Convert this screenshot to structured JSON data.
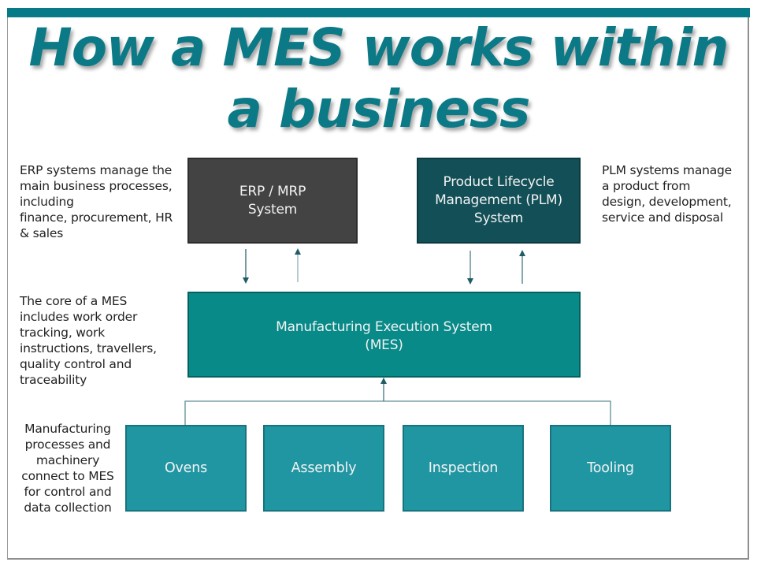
{
  "title": {
    "line1": "How a MES works within",
    "line2": "a business"
  },
  "colors": {
    "accent_teal": "#067a87",
    "erp_box": "#434343",
    "plm_box": "#124f57",
    "mes_box": "#078a88",
    "process_box": "#2196a3",
    "arrow": "#1e5c66"
  },
  "nodes": {
    "erp": {
      "lines": [
        "ERP / MRP",
        "System"
      ]
    },
    "plm": {
      "lines": [
        "Product Lifecycle",
        "Management (PLM)",
        "System"
      ]
    },
    "mes": {
      "lines": [
        "Manufacturing Execution System",
        "(MES)"
      ]
    },
    "processes": [
      {
        "label": "Ovens"
      },
      {
        "label": "Assembly"
      },
      {
        "label": "Inspection"
      },
      {
        "label": "Tooling"
      }
    ]
  },
  "notes": {
    "erp": [
      "ERP systems manage the",
      "main business processes,",
      "including",
      "finance, procurement, HR",
      "& sales"
    ],
    "plm": [
      "PLM systems manage",
      "a product from",
      "design, development,",
      "service and disposal"
    ],
    "mes": [
      "The core of a MES",
      "includes work order",
      "tracking, work",
      "instructions, travellers,",
      "quality control and",
      "traceability"
    ],
    "processes": [
      "Manufacturing",
      "processes and",
      "machinery",
      "connect to MES",
      "for control and",
      "data collection"
    ]
  },
  "edges": [
    {
      "from": "erp",
      "to": "mes"
    },
    {
      "from": "mes",
      "to": "erp"
    },
    {
      "from": "plm",
      "to": "mes"
    },
    {
      "from": "mes",
      "to": "plm"
    },
    {
      "from": "processes",
      "to": "mes"
    }
  ]
}
